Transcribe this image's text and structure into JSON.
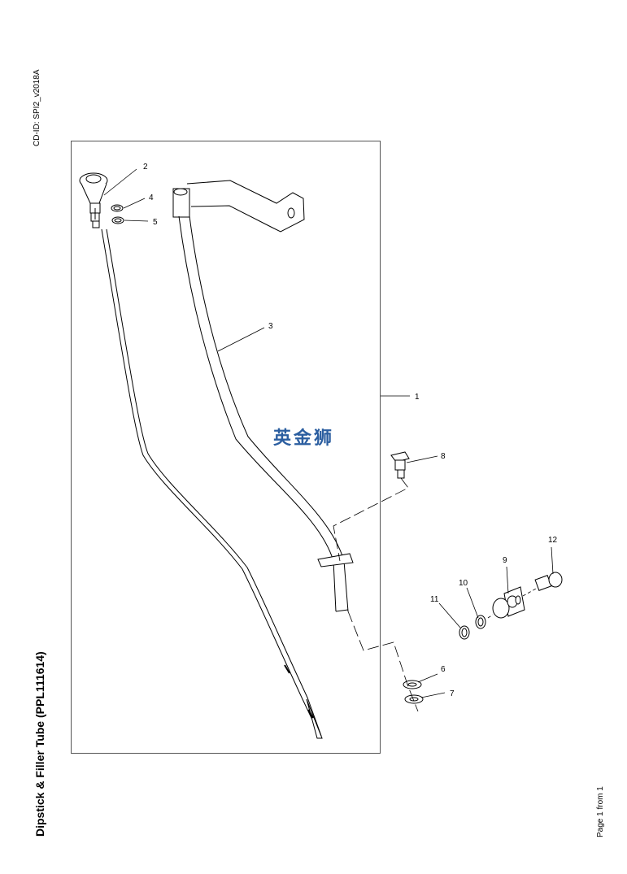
{
  "header": {
    "cd_id": "CD-ID: SPI2_v2018A"
  },
  "title": "Dipstick & Filler Tube (PPL111614)",
  "footer": {
    "page": "Page 1 from 1"
  },
  "watermark": "英金狮",
  "callouts": [
    "1",
    "2",
    "3",
    "4",
    "5",
    "6",
    "7",
    "8",
    "9",
    "10",
    "11",
    "12"
  ]
}
